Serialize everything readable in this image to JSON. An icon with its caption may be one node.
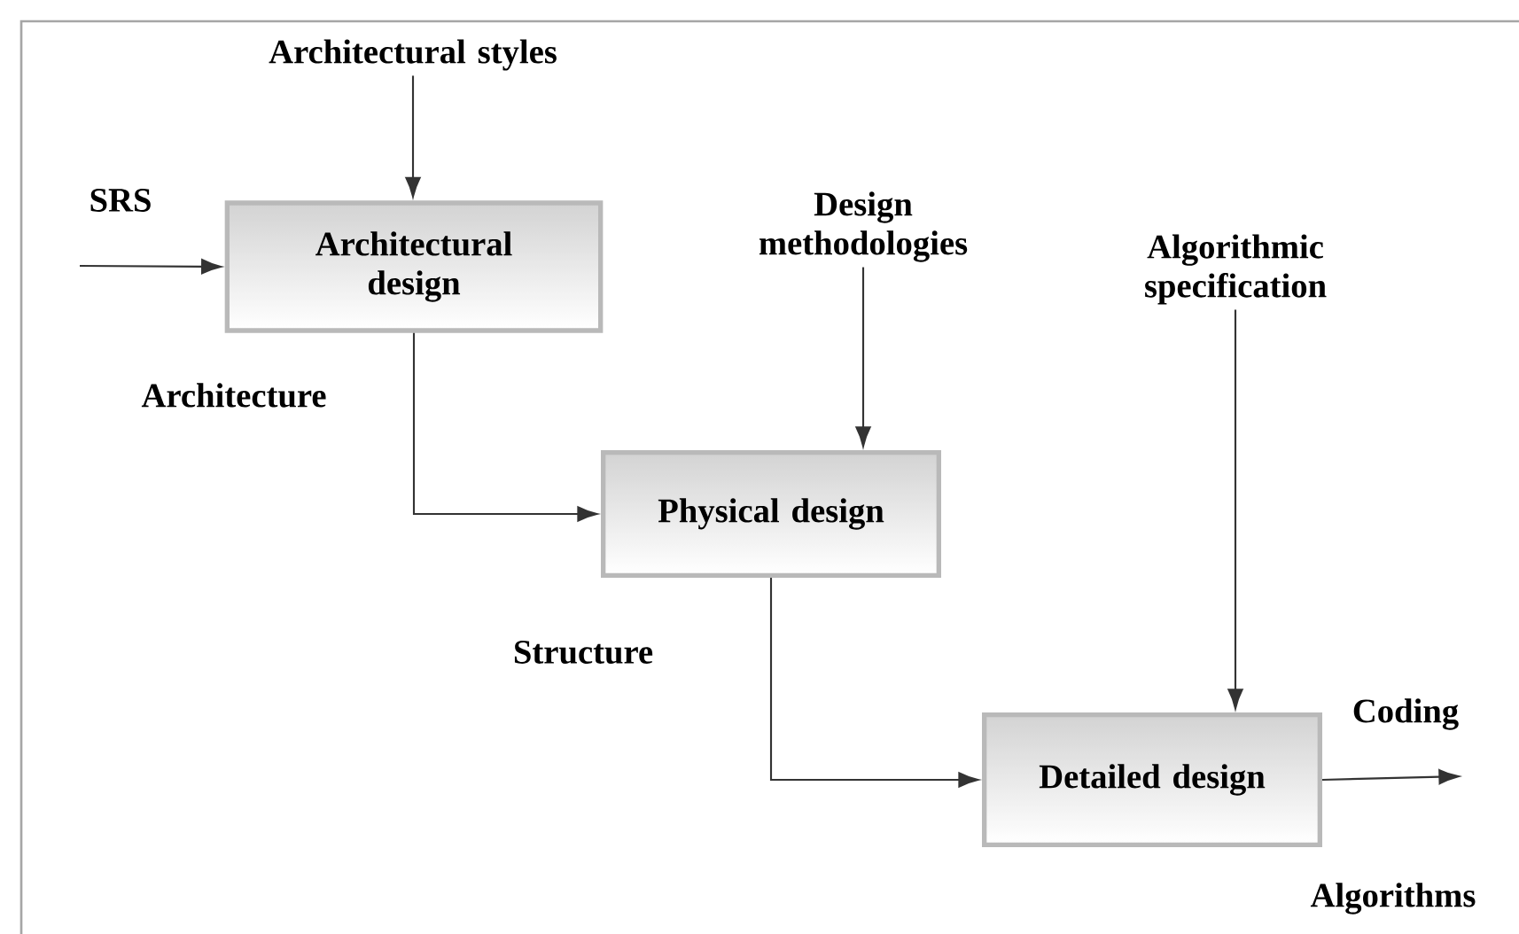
{
  "diagram": {
    "nodes": [
      {
        "text": [
          "Architectural styles"
        ]
      },
      {
        "text": [
          "Architectural design"
        ]
      },
      {
        "text": [
          "Design methodologies"
        ]
      },
      {
        "text": [
          "Physical design"
        ]
      },
      {
        "text": [
          "Algorithmic specification"
        ]
      },
      {
        "text": [
          "Detailed design"
        ]
      }
    ],
    "edges": [
      {
        "from": 0,
        "to": 1,
        "arrow": "to"
      },
      {
        "from": null,
        "to": 1,
        "arrow": "to",
        "label": "SRS"
      },
      {
        "from": 1,
        "to": 3,
        "arrow": "to",
        "label": "Architecture"
      },
      {
        "from": 2,
        "to": 3,
        "arrow": "to"
      },
      {
        "from": 3,
        "to": 5,
        "arrow": "to",
        "label": "Structure"
      },
      {
        "from": 4,
        "to": 5,
        "arrow": "to"
      },
      {
        "from": 5,
        "to": null,
        "arrow": "to",
        "label": "Coding"
      }
    ],
    "labels": [
      "Algorithms"
    ]
  }
}
